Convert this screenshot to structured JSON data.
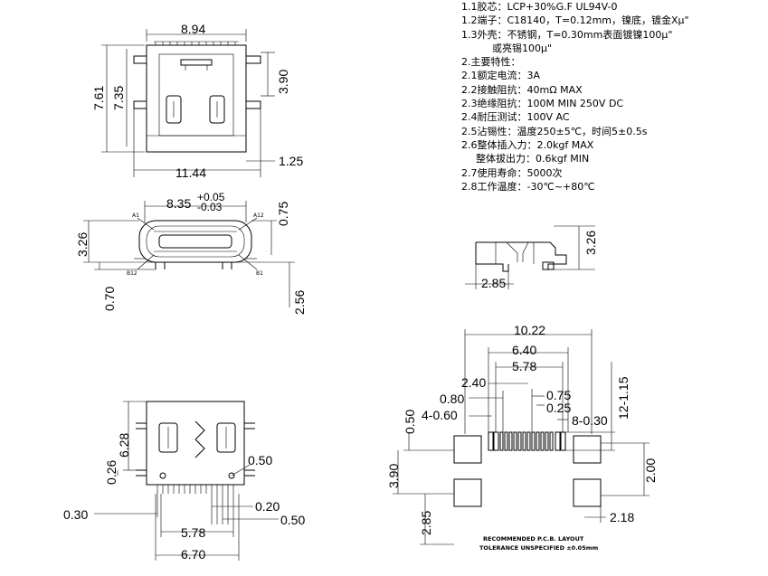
{
  "specs": [
    {
      "text": "1.1胶芯：LCP+30%G.F  UL94V-0",
      "indent": 0
    },
    {
      "text": "1.2端子：C18140，T=0.12mm，镍底，镀金Xμ\"",
      "indent": 0
    },
    {
      "text": "1.3外壳：不锈钢，T=0.30mm表面镀镍100μ\"",
      "indent": 0
    },
    {
      "text": "或亮锡100μ\"",
      "indent": 2
    },
    {
      "text": "2.主要特性：",
      "indent": 0
    },
    {
      "text": "2.1额定电流：3A",
      "indent": 0
    },
    {
      "text": "2.2接触阻抗：40mΩ  MAX",
      "indent": 0
    },
    {
      "text": "2.3绝缘阻抗：100M  MIN  250V  DC",
      "indent": 0
    },
    {
      "text": "2.4耐压测试：100V  AC",
      "indent": 0
    },
    {
      "text": "2.5沾锡性：温度250±5℃，时间5±0.5s",
      "indent": 0
    },
    {
      "text": "2.6整体插入力：2.0kgf  MAX",
      "indent": 0
    },
    {
      "text": "整体拔出力：0.6kgf  MIN",
      "indent": 1
    },
    {
      "text": "2.7使用寿命：5000次",
      "indent": 0
    },
    {
      "text": "2.8工作温度：-30℃~+80℃",
      "indent": 0
    }
  ],
  "top_view": {
    "width": "8.94",
    "height": "7.61",
    "inner_height": "7.35",
    "right_height": "3.90",
    "overall_width": "11.44",
    "tab": "1.25"
  },
  "front_view": {
    "width": "8.35",
    "tol_plus": "+0.05",
    "tol_minus": "-0.03",
    "top_offset": "0.75",
    "height": "3.26",
    "left_bottom": "0.70",
    "right_bottom": "2.56",
    "pin_a1": "A1",
    "pin_a12": "A12",
    "pin_b12": "B12",
    "pin_b1": "B1"
  },
  "side_view": {
    "height": "3.26",
    "depth": "2.85"
  },
  "bottom_view": {
    "height": "6.28",
    "small_height": "0.26",
    "hole": "0.50",
    "left": "0.30",
    "pin_pitch": "0.20",
    "pin_pitch2": "0.50",
    "span": "5.78",
    "overall": "6.70"
  },
  "pcb_layout": {
    "overall": "10.22",
    "outer_pads": "6.40",
    "inner_pads": "5.78",
    "d240": "2.40",
    "d080": "0.80",
    "d075": "0.75",
    "d025": "0.25",
    "d4060": "4-0.60",
    "d8030": "8-0.30",
    "d12115": "12-1.15",
    "d050": "0.50",
    "d390": "3.90",
    "d200": "2.00",
    "d285": "2.85",
    "d218": "2.18",
    "caption": "RECOMMENDED  P.C.B.  LAYOUT",
    "tolerance": "TOLERANCE UNSPECIFIED ±0.05mm"
  }
}
